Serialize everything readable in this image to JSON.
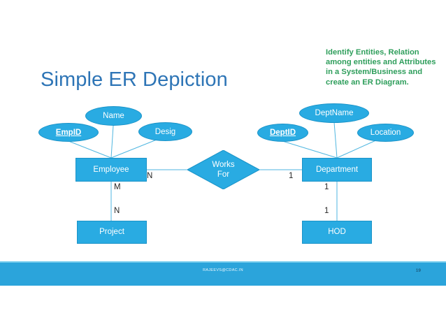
{
  "slide": {
    "title": "Simple ER Depiction",
    "background_color": "#ffffff",
    "accent_color": "#29ABE2",
    "title_color": "#2E75B6",
    "note_color": "#2E9E5B"
  },
  "note": {
    "lines": [
      "Identify Entities, Relation",
      "among entities and Attributes",
      "in a System/Business and",
      "create an ER Diagram."
    ]
  },
  "diagram": {
    "entities": [
      {
        "id": "employee",
        "label": "Employee"
      },
      {
        "id": "project",
        "label": "Project"
      },
      {
        "id": "department",
        "label": "Department"
      },
      {
        "id": "hod",
        "label": "HOD"
      }
    ],
    "attributes": [
      {
        "id": "empid",
        "label": "EmpID",
        "key": true,
        "owner": "employee"
      },
      {
        "id": "name",
        "label": "Name",
        "key": false,
        "owner": "employee"
      },
      {
        "id": "desig",
        "label": "Desig",
        "key": false,
        "owner": "employee"
      },
      {
        "id": "deptid",
        "label": "DeptID",
        "key": true,
        "owner": "department"
      },
      {
        "id": "deptname",
        "label": "DeptName",
        "key": false,
        "owner": "department"
      },
      {
        "id": "location",
        "label": "Location",
        "key": false,
        "owner": "department"
      }
    ],
    "relationships": [
      {
        "id": "works-for",
        "label_line1": "Works",
        "label_line2": "For",
        "from": "employee",
        "to": "department"
      }
    ],
    "cardinalities": [
      {
        "id": "employee-worksfor",
        "value": "N"
      },
      {
        "id": "worksfor-department",
        "value": "1"
      },
      {
        "id": "employee-project-top",
        "value": "M"
      },
      {
        "id": "employee-project-bottom",
        "value": "N"
      },
      {
        "id": "department-hod-top",
        "value": "1"
      },
      {
        "id": "department-hod-bottom",
        "value": "1"
      }
    ]
  },
  "footer": {
    "text": "RAJEEVS@CDAC.IN",
    "page_number": "19"
  }
}
